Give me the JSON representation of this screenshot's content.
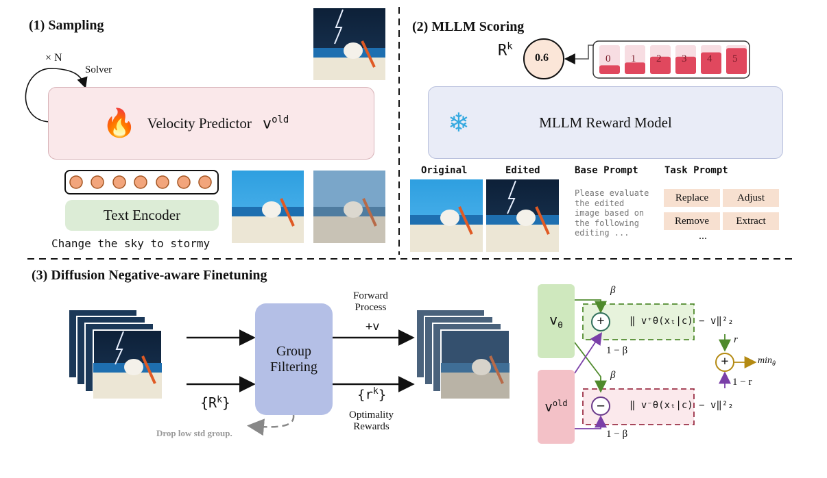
{
  "sections": {
    "sampling": "(1) Sampling",
    "mllm": "(2) MLLM Scoring",
    "dnf": "(3) Diffusion Negative-aware Finetuning"
  },
  "sampling": {
    "loop_label": "× N",
    "solver_label": "Solver",
    "velocity_predictor": "Velocity Predictor",
    "v_symbol": "v",
    "v_sup": "old",
    "text_encoder": "Text Encoder",
    "prompt": "Change the sky to stormy"
  },
  "mllm": {
    "reward_symbol": "R",
    "reward_sup": "k",
    "reward_value": "0.6",
    "score_levels": [
      "0",
      "1",
      "2",
      "3",
      "4",
      "5"
    ],
    "score_fill": [
      0.3,
      0.4,
      0.6,
      0.6,
      0.75,
      0.9
    ],
    "reward_model": "MLLM Reward Model",
    "col_original": "Original",
    "col_edited": "Edited",
    "col_base_prompt": "Base Prompt",
    "col_task_prompt": "Task Prompt",
    "base_prompt_text": [
      "Please evaluate",
      "the edited",
      "image based on",
      "the following",
      "editing ..."
    ],
    "task_prompts": [
      "Replace",
      "Adjust",
      "Remove",
      "Extract"
    ],
    "task_more": "..."
  },
  "dnf": {
    "group_filtering_line1": "Group",
    "group_filtering_line2": "Filtering",
    "rk_set": "{R^k}",
    "drop_note": "Drop low std group.",
    "forward_line1": "Forward",
    "forward_line2": "Process",
    "plus_v": "+v",
    "rk_small_set": "{r^k}",
    "optimality_line1": "Optimality",
    "optimality_line2": "Rewards",
    "v_theta": "v",
    "v_theta_sub": "θ",
    "v_old": "v",
    "v_old_sup": "old",
    "beta": "β",
    "one_minus_beta": "1 − β",
    "r": "r",
    "one_minus_r": "1 − r",
    "loss_pos": "‖ v⁺θ(xₜ|c) −  v‖²₂",
    "loss_neg": "‖ v⁻θ(xₜ|c) −  v‖²₂",
    "plus": "+",
    "minus": "−",
    "min_theta": "min",
    "min_sub": "θ"
  },
  "colors": {
    "velocity_box": "#fae8ea",
    "text_encoder_box": "#dcecd6",
    "reward_box": "#e9ecf7",
    "group_box": "#b4bfe6",
    "v_theta_box": "#cfe8be",
    "v_old_box": "#f3c1c7",
    "green_line": "#4f8a2c",
    "purple_line": "#7a3fa8",
    "olive": "#b48a12"
  }
}
